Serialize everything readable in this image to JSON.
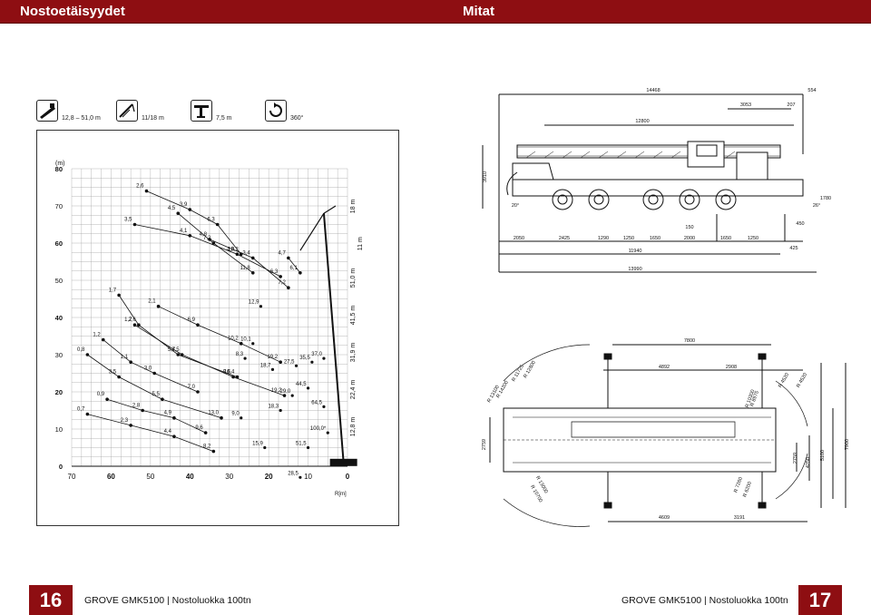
{
  "header": {
    "left_title": "Nostoetäisyydet",
    "right_title": "Mitat"
  },
  "icons": [
    {
      "icon": "boom-length-icon",
      "label": "12,8 – 51,0 m"
    },
    {
      "icon": "jib-length-icon",
      "label": "11/18 m"
    },
    {
      "icon": "outrigger-icon",
      "label": "7,5 m"
    },
    {
      "icon": "rotation-360-icon",
      "label": "360°"
    }
  ],
  "chart_data": {
    "type": "line",
    "ylabel_unit": "(m)",
    "xlabel": "R[m]",
    "x_ticks": [
      "70",
      "60",
      "50",
      "40",
      "30",
      "20",
      "10",
      "0"
    ],
    "y_ticks": [
      "80",
      "70",
      "60",
      "50",
      "40",
      "30",
      "20",
      "10",
      "0"
    ],
    "xlim": [
      70,
      0
    ],
    "ylim": [
      0,
      80
    ],
    "boom_length_labels": [
      "18 m",
      "11 m",
      "51,0 m",
      "41,5 m",
      "31,9 m",
      "22,4 m",
      "12,8 m"
    ],
    "series": [
      {
        "points": [
          [
            51,
            74
          ],
          [
            40,
            69
          ],
          [
            33,
            65
          ],
          [
            27,
            57
          ]
        ],
        "labels": [
          "2,6",
          "3,9",
          "6,3",
          "12,2"
        ]
      },
      {
        "points": [
          [
            54,
            65
          ],
          [
            40,
            62
          ],
          [
            28,
            57
          ],
          [
            17,
            51
          ]
        ],
        "labels": [
          "3,5",
          "4,1",
          "4,9",
          "6,3"
        ]
      },
      {
        "points": [
          [
            43,
            68
          ],
          [
            34,
            60
          ],
          [
            24,
            52
          ]
        ],
        "labels": [
          "4,5",
          "7,2",
          "11,8"
        ]
      },
      {
        "points": [
          [
            35,
            61
          ],
          [
            24,
            56
          ],
          [
            15,
            48
          ]
        ],
        "labels": [
          "4,8",
          "3,4",
          "7,2"
        ]
      },
      {
        "points": [
          [
            15,
            56
          ],
          [
            12,
            52
          ]
        ],
        "labels": [
          "4,7",
          "6,1"
        ]
      },
      {
        "points": [
          [
            58,
            46
          ],
          [
            53,
            38
          ],
          [
            43,
            30
          ],
          [
            28,
            24
          ]
        ],
        "labels": [
          "1,7",
          "2,6",
          "5,7",
          "16,4"
        ]
      },
      {
        "points": [
          [
            54,
            38
          ],
          [
            42,
            30
          ],
          [
            29,
            24
          ],
          [
            16,
            19
          ]
        ],
        "labels": [
          "1,7",
          "4,5",
          "8,6",
          "19,2"
        ]
      },
      {
        "points": [
          [
            48,
            43
          ],
          [
            38,
            38
          ],
          [
            27,
            33
          ],
          [
            17,
            28
          ]
        ],
        "labels": [
          "2,1",
          "6,9",
          "10,2",
          "19,2"
        ]
      },
      {
        "points": [
          [
            62,
            34
          ],
          [
            55,
            28
          ],
          [
            49,
            25
          ],
          [
            38,
            20
          ]
        ],
        "labels": [
          "1,2",
          "1,1",
          "3,0",
          "7,0"
        ]
      },
      {
        "points": [
          [
            66,
            30
          ],
          [
            58,
            24
          ],
          [
            47,
            18
          ],
          [
            32,
            13
          ]
        ],
        "labels": [
          "0,8",
          "3,5",
          "5,5",
          "13,0"
        ]
      },
      {
        "points": [
          [
            61,
            18
          ],
          [
            52,
            15
          ],
          [
            44,
            13
          ],
          [
            36,
            9
          ]
        ],
        "labels": [
          "0,9",
          "2,8",
          "4,9",
          "9,6"
        ]
      },
      {
        "points": [
          [
            66,
            14
          ],
          [
            55,
            11
          ],
          [
            44,
            8
          ],
          [
            34,
            4
          ]
        ],
        "labels": [
          "0,7",
          "2,3",
          "4,4",
          "8,2"
        ]
      }
    ],
    "point_labels_extra": [
      "12,9",
      "10,1",
      "8,3",
      "18,7",
      "27,5",
      "35,5",
      "37,0",
      "44,5",
      "64,5",
      "29,0",
      "18,3",
      "9,0",
      "15,9",
      "51,5",
      "100,0*",
      "28,5"
    ]
  },
  "dims": {
    "top_labels": [
      "14468",
      "554",
      "3053",
      "207",
      "12800",
      "3910",
      "20°",
      "26°",
      "1780",
      "150",
      "450",
      "2050",
      "2425",
      "1290",
      "1250",
      "1650",
      "2000",
      "1650",
      "1250",
      "425",
      "11940",
      "13990"
    ],
    "bottom_labels": [
      "7800",
      "4892",
      "2908",
      "R 12800",
      "R 11725",
      "R 14200",
      "R 13100",
      "R 10300",
      "R 8975",
      "R 4520",
      "R 4520",
      "2759",
      "2759",
      "4250",
      "5100",
      "7900",
      "R 13000",
      "R 10700",
      "R 7260",
      "R 6200",
      "4609",
      "3191"
    ]
  },
  "footer": {
    "left_page": "16",
    "left_text": "GROVE GMK5100 | Nostoluokka 100tn",
    "right_text": "GROVE GMK5100 | Nostoluokka 100tn",
    "right_page": "17"
  },
  "colors": {
    "brand_red": "#8e0e12",
    "grid": "#9a9a9a",
    "line": "#111111"
  }
}
